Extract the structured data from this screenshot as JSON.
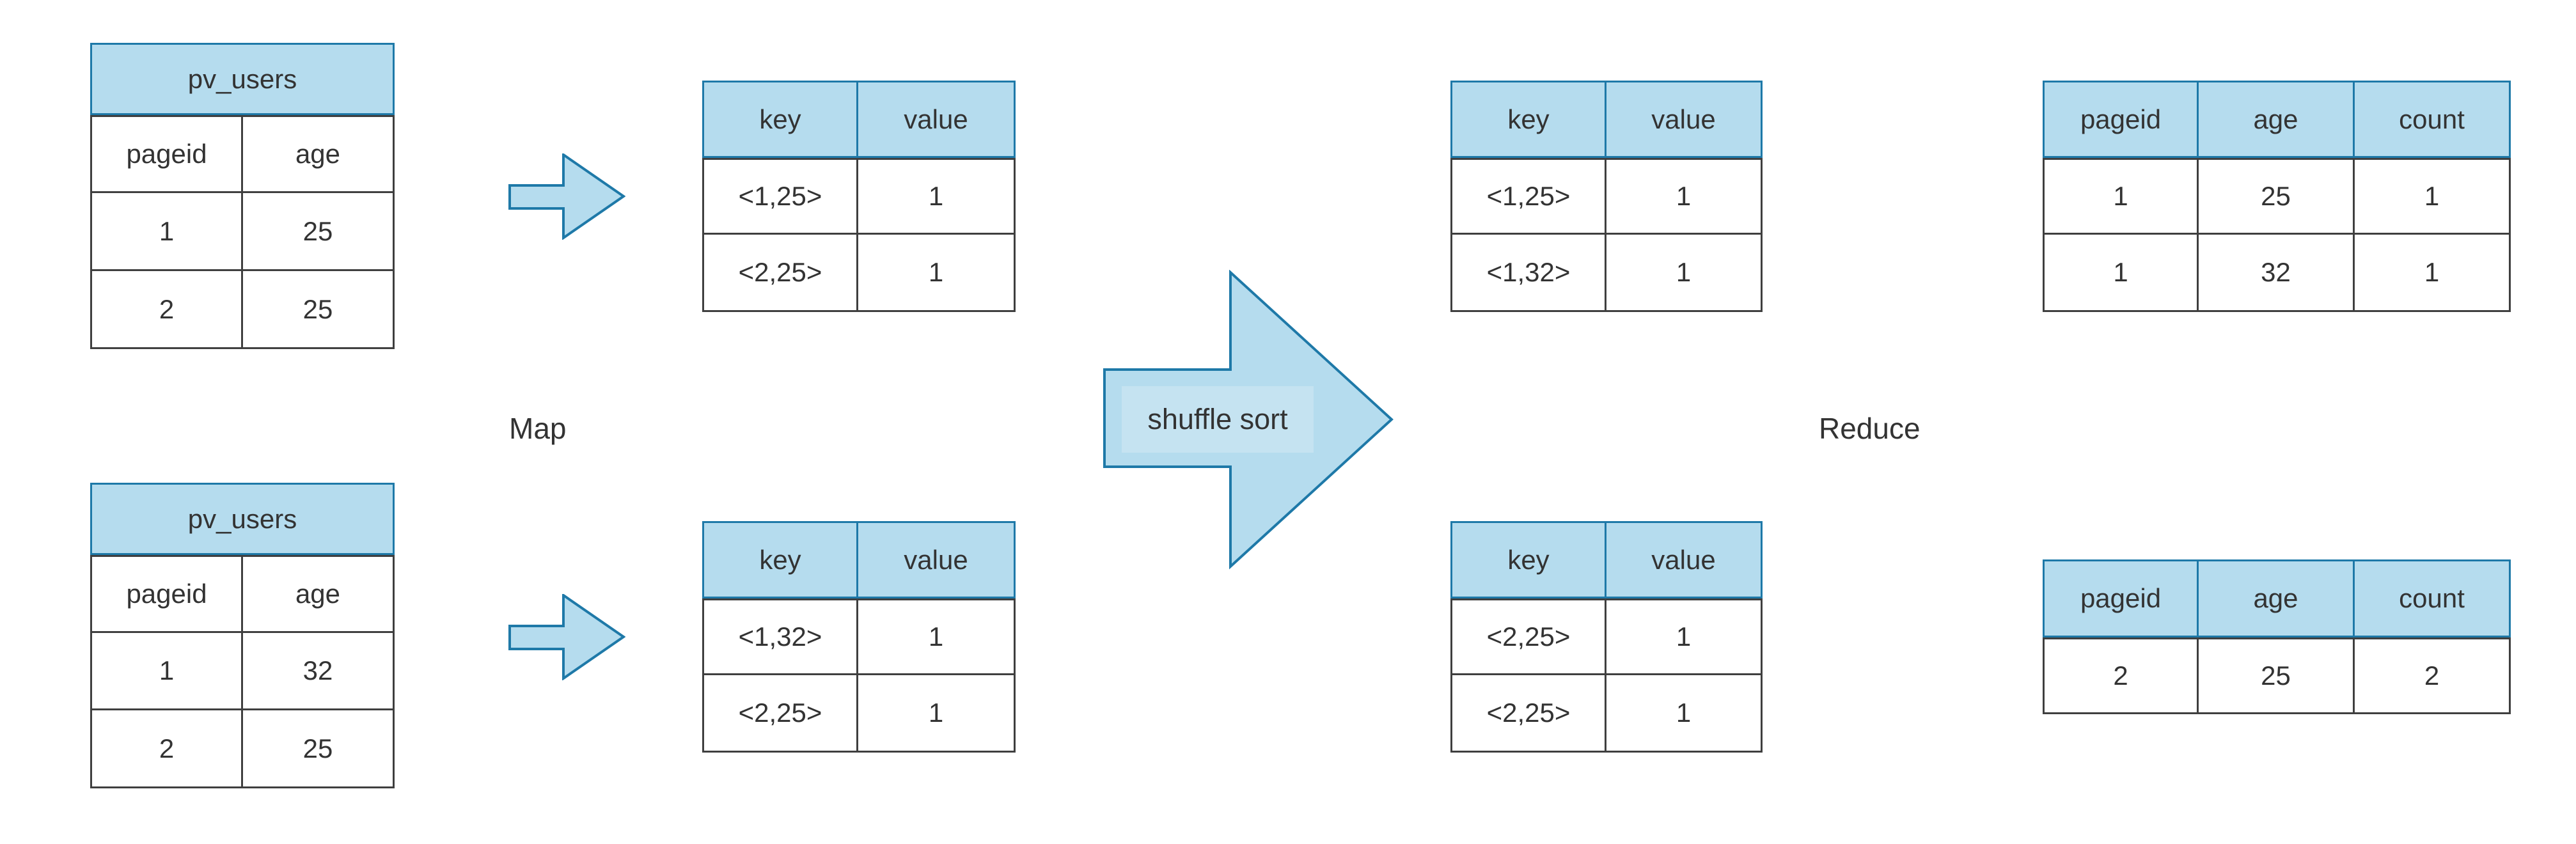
{
  "diagram": {
    "labels": {
      "map": "Map",
      "shuffle_sort": "shuffle sort",
      "reduce": "Reduce"
    },
    "colors": {
      "table_header_fill": "#B5DCEE",
      "arrow_fill": "#B5DCEE",
      "blue_border": "#1E79A8",
      "cell_border": "#3F3F3F",
      "text": "#333333",
      "background": "#FFFFFF"
    },
    "tables": {
      "source_top": {
        "title": "pv_users",
        "columns": [
          "pageid",
          "age"
        ],
        "columns_style": "plain",
        "rows": [
          [
            "1",
            "25"
          ],
          [
            "2",
            "25"
          ]
        ]
      },
      "source_bottom": {
        "title": "pv_users",
        "columns": [
          "pageid",
          "age"
        ],
        "columns_style": "plain",
        "rows": [
          [
            "1",
            "32"
          ],
          [
            "2",
            "25"
          ]
        ]
      },
      "map_output_top": {
        "columns": [
          "key",
          "value"
        ],
        "columns_style": "header",
        "rows": [
          [
            "<1,25>",
            "1"
          ],
          [
            "<2,25>",
            "1"
          ]
        ]
      },
      "map_output_bottom": {
        "columns": [
          "key",
          "value"
        ],
        "columns_style": "header",
        "rows": [
          [
            "<1,32>",
            "1"
          ],
          [
            "<2,25>",
            "1"
          ]
        ]
      },
      "shuffle_output_top": {
        "columns": [
          "key",
          "value"
        ],
        "columns_style": "header",
        "rows": [
          [
            "<1,25>",
            "1"
          ],
          [
            "<1,32>",
            "1"
          ]
        ]
      },
      "shuffle_output_bottom": {
        "columns": [
          "key",
          "value"
        ],
        "columns_style": "header",
        "rows": [
          [
            "<2,25>",
            "1"
          ],
          [
            "<2,25>",
            "1"
          ]
        ]
      },
      "reduce_output_top": {
        "columns": [
          "pageid",
          "age",
          "count"
        ],
        "columns_style": "header",
        "rows": [
          [
            "1",
            "25",
            "1"
          ],
          [
            "1",
            "32",
            "1"
          ]
        ]
      },
      "reduce_output_bottom": {
        "columns": [
          "pageid",
          "age",
          "count"
        ],
        "columns_style": "header",
        "rows": [
          [
            "2",
            "25",
            "2"
          ]
        ]
      }
    }
  }
}
